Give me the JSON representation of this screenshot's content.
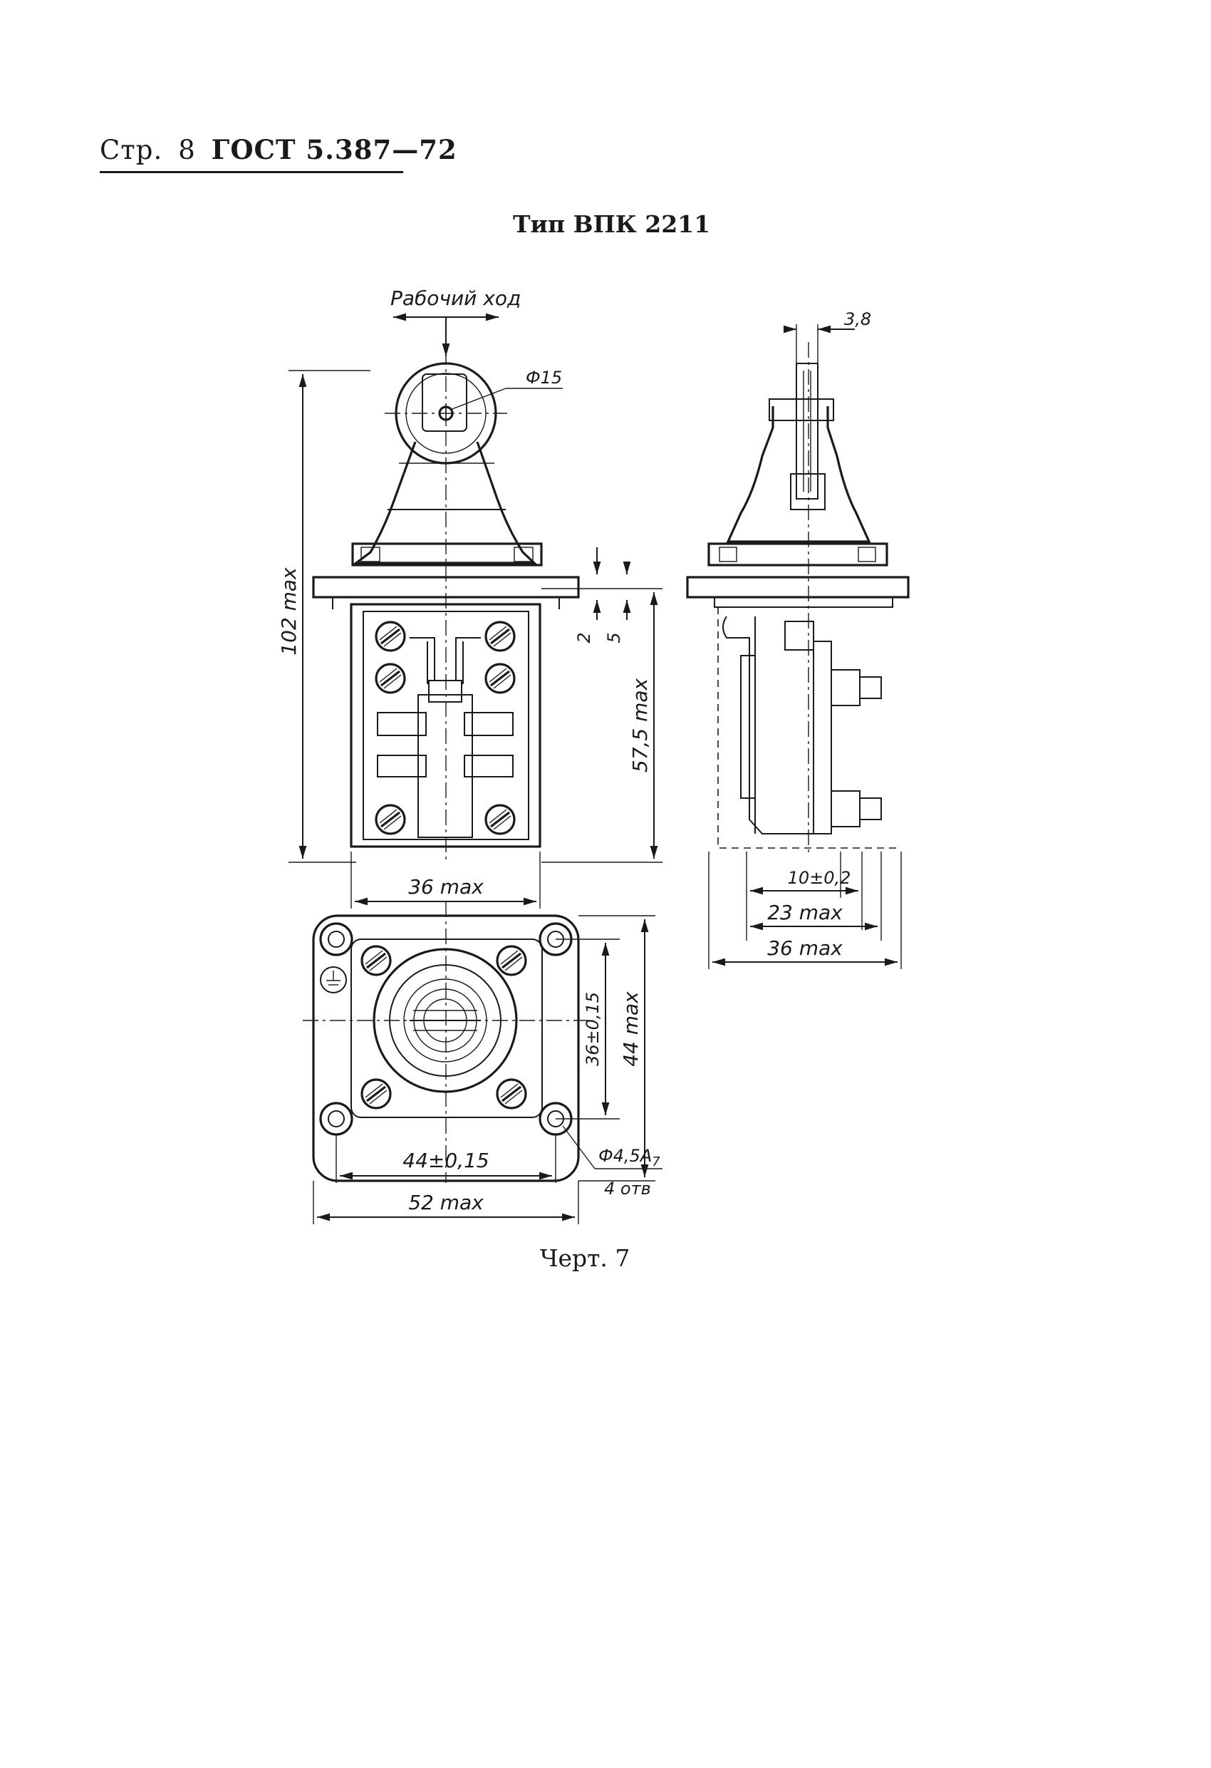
{
  "header": {
    "page_label": "Стр.",
    "page_number": "8",
    "standard": "ГОСТ 5.387—72"
  },
  "figure": {
    "title": "Тип ВПК 2211",
    "caption": "Черт. 7"
  },
  "dimensions": {
    "working_stroke": "Рабочий ход",
    "roller_diameter": "Ф15",
    "height_total": "102 max",
    "body_height": "57,5 max",
    "dim_2": "2",
    "dim_5": "5",
    "width_front": "36 max",
    "lever_thickness": "3,8",
    "side_10": "10±0,2",
    "side_23": "23 max",
    "side_36": "36 max",
    "hole_spacing_v": "36±0,15",
    "base_height": "44 max",
    "hole_spacing_h": "44±0,15",
    "base_width": "52 max",
    "hole_diameter": "Ф4,5А",
    "hole_diameter_sub": "7",
    "hole_count": "4 отв"
  }
}
